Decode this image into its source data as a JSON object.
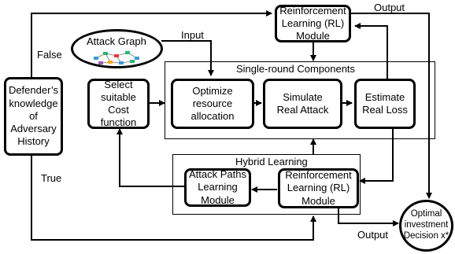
{
  "nodes": {
    "rl_top": "Reinforcement\nLearning (RL)\nModule",
    "attack_graph": "Attack Graph",
    "defender": "Defender’s\nknowledge\nof Adversary\nHistory",
    "select_cost": "Select\nsuitable Cost\nfunction",
    "optimize": "Optimize\nresource\nallocation",
    "simulate": "Simulate\nReal Attack",
    "estimate": "Estimate\nReal Loss",
    "attack_paths": "Attack Paths\nLearning\nModule",
    "rl_bottom": "Reinforcement\nLearning (RL)\nModule",
    "optimal": "Optimal\ninvestment\nDecision x*"
  },
  "groups": {
    "single_round": "Single-round Components",
    "hybrid": "Hybrid Learning"
  },
  "edge_labels": {
    "output_top": "Output",
    "input": "Input",
    "false_label": "False",
    "true_label": "True",
    "output_bottom": "Output"
  }
}
